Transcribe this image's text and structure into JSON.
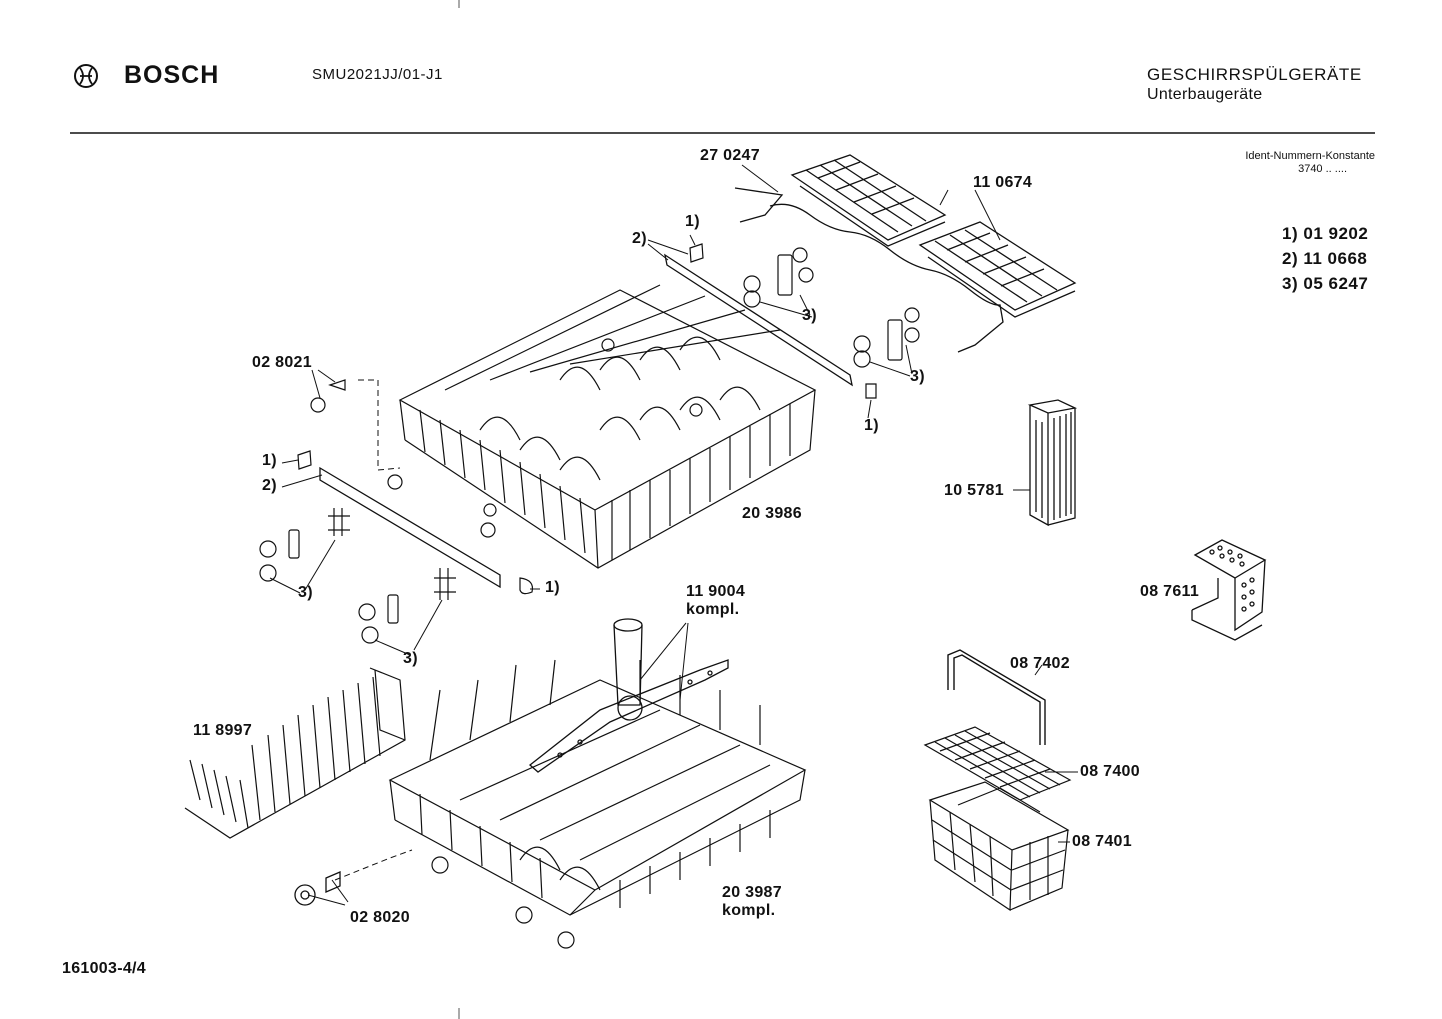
{
  "header": {
    "brand": "BOSCH",
    "model": "SMU2021JJ/01-J1",
    "title": "GESCHIRRSPÜLGERÄTE",
    "subtitle": "Unterbaugeräte"
  },
  "ident": {
    "line1": "Ident-Nummern-Konstante",
    "line2": "3740  ..  ...."
  },
  "notes": [
    {
      "key": "1)",
      "value": "01 9202"
    },
    {
      "key": "2)",
      "value": "11 0668"
    },
    {
      "key": "3)",
      "value": "05 6247"
    }
  ],
  "labels": {
    "p270247": "27 0247",
    "p110674": "11 0674",
    "p028021": "02 8021",
    "p203986": "20 3986",
    "p105781": "10 5781",
    "p087611": "08 7611",
    "p119004": "11 9004",
    "p119004b": "kompl.",
    "p118997": "11 8997",
    "p087402": "08 7402",
    "p087400": "08 7400",
    "p087401": "08 7401",
    "p203987": "20 3987",
    "p203987b": "kompl.",
    "p028020": "02 8020",
    "ref1": "1)",
    "ref2": "2)",
    "ref3": "3)"
  },
  "footer": {
    "docnum": "161003-4/4"
  }
}
